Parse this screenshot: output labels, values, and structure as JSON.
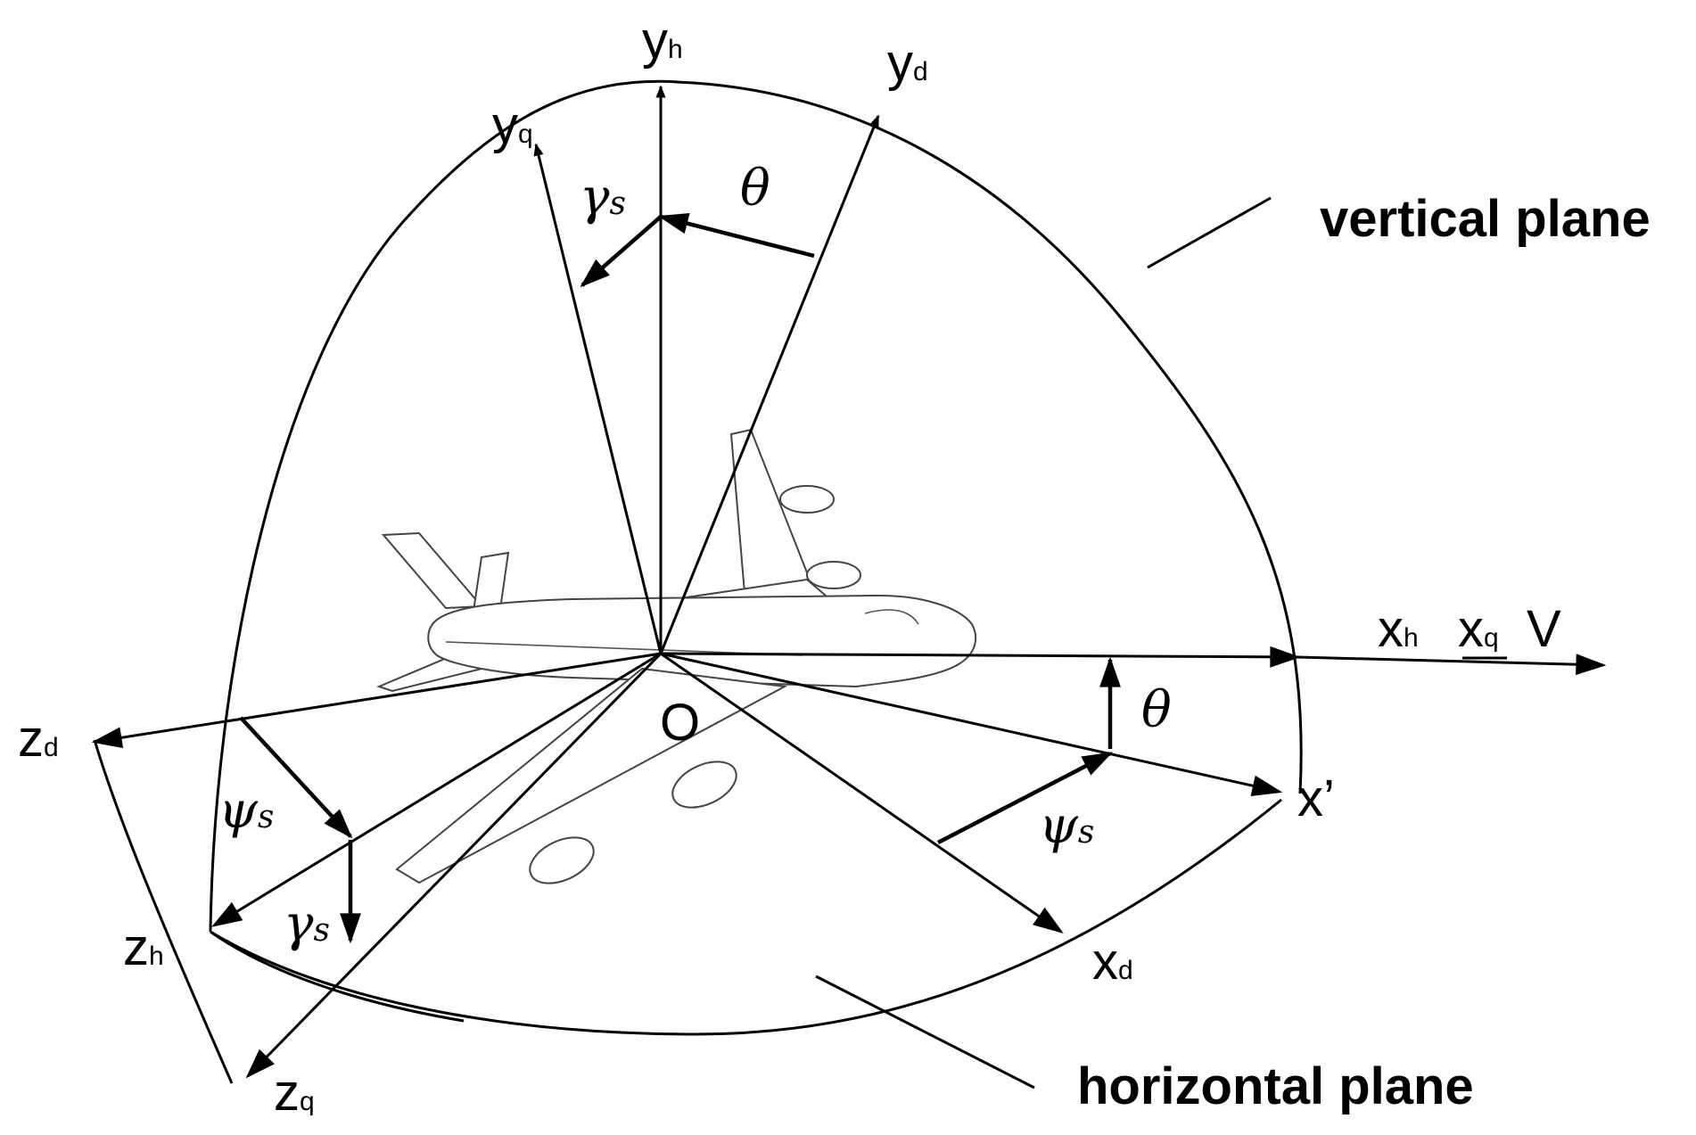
{
  "axes": {
    "y_h": {
      "base": "y",
      "sub": "h"
    },
    "y_d": {
      "base": "y",
      "sub": "d"
    },
    "y_q": {
      "base": "y",
      "sub": "q"
    },
    "x_h": {
      "base": "x",
      "sub": "h"
    },
    "x_q": {
      "base": "x",
      "sub": "q"
    },
    "v": "V",
    "z_d": {
      "base": "z",
      "sub": "d"
    },
    "z_h": {
      "base": "z",
      "sub": "h"
    },
    "z_q": {
      "base": "z",
      "sub": "q"
    },
    "x_d": {
      "base": "x",
      "sub": "d"
    },
    "x_prime": "x’",
    "origin": "O"
  },
  "angles": {
    "theta": "θ",
    "gamma_s": {
      "base": "γ",
      "sub": "s"
    },
    "psi_s": {
      "base": "ψ",
      "sub": "s"
    }
  },
  "planes": {
    "vertical": "vertical plane",
    "horizontal": "horizontal plane"
  },
  "figure_type": "aircraft coordinate frames diagram"
}
